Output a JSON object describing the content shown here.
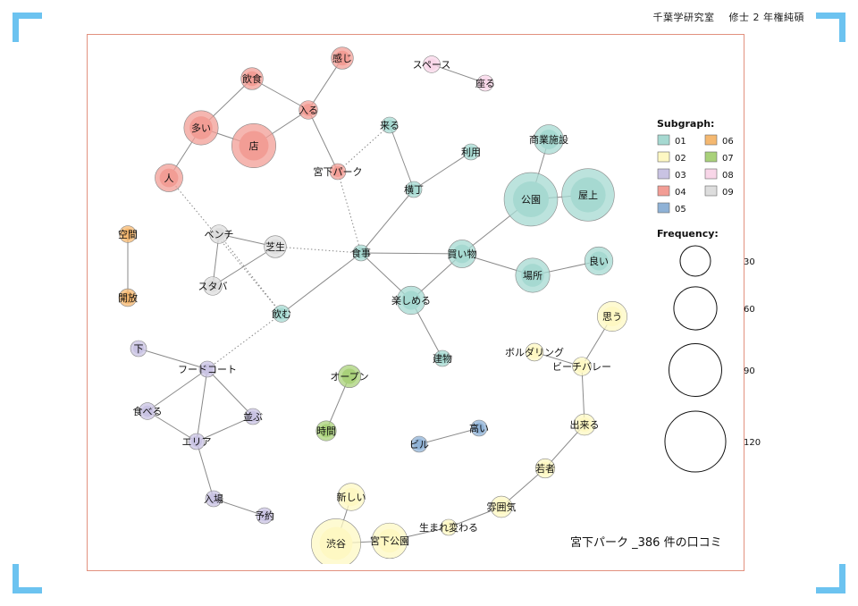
{
  "header": {
    "lab": "千葉学研究室",
    "student": "修士 2 年権純碩"
  },
  "caption": "宮下パーク _386 件の口コミ",
  "legend": {
    "subgraph_title": "Subgraph:",
    "subgraphs": [
      {
        "id": "01",
        "color": "#a6d9d1"
      },
      {
        "id": "02",
        "color": "#fef8c3"
      },
      {
        "id": "03",
        "color": "#c9c3e3"
      },
      {
        "id": "04",
        "color": "#f29d95"
      },
      {
        "id": "05",
        "color": "#8fb2d6"
      },
      {
        "id": "06",
        "color": "#f5b870"
      },
      {
        "id": "07",
        "color": "#a9d17a"
      },
      {
        "id": "08",
        "color": "#f8d6e8"
      },
      {
        "id": "09",
        "color": "#dddddd"
      }
    ],
    "frequency_title": "Frequency:",
    "frequencies": [
      30,
      60,
      90,
      120
    ]
  },
  "chart_data": {
    "type": "network",
    "nodes": [
      {
        "id": "感じ",
        "group": "04",
        "freq": 17
      },
      {
        "id": "飲食",
        "group": "04",
        "freq": 17
      },
      {
        "id": "入る",
        "group": "04",
        "freq": 12
      },
      {
        "id": "多い",
        "group": "04",
        "freq": 41
      },
      {
        "id": "店",
        "group": "04",
        "freq": 68
      },
      {
        "id": "人",
        "group": "04",
        "freq": 27
      },
      {
        "id": "宮下パーク",
        "group": "04",
        "freq": 6
      },
      {
        "id": "スペース",
        "group": "08",
        "freq": 10
      },
      {
        "id": "座る",
        "group": "08",
        "freq": 7
      },
      {
        "id": "来る",
        "group": "01",
        "freq": 7
      },
      {
        "id": "利用",
        "group": "01",
        "freq": 7
      },
      {
        "id": "商業施設",
        "group": "01",
        "freq": 30
      },
      {
        "id": "横丁",
        "group": "01",
        "freq": 7
      },
      {
        "id": "公園",
        "group": "01",
        "freq": 100
      },
      {
        "id": "屋上",
        "group": "01",
        "freq": 96
      },
      {
        "id": "買い物",
        "group": "01",
        "freq": 27
      },
      {
        "id": "食事",
        "group": "01",
        "freq": 8
      },
      {
        "id": "場所",
        "group": "01",
        "freq": 41
      },
      {
        "id": "良い",
        "group": "01",
        "freq": 28
      },
      {
        "id": "楽しめる",
        "group": "01",
        "freq": 28
      },
      {
        "id": "飲む",
        "group": "01",
        "freq": 10
      },
      {
        "id": "建物",
        "group": "01",
        "freq": 6
      },
      {
        "id": "空間",
        "group": "06",
        "freq": 10
      },
      {
        "id": "開放",
        "group": "06",
        "freq": 11
      },
      {
        "id": "ベンチ",
        "group": "09",
        "freq": 12
      },
      {
        "id": "芝生",
        "group": "09",
        "freq": 17
      },
      {
        "id": "スタバ",
        "group": "09",
        "freq": 12
      },
      {
        "id": "思う",
        "group": "02",
        "freq": 31
      },
      {
        "id": "ボルダリング",
        "group": "02",
        "freq": 11
      },
      {
        "id": "ビーチバレー",
        "group": "02",
        "freq": 12
      },
      {
        "id": "出来る",
        "group": "02",
        "freq": 16
      },
      {
        "id": "若者",
        "group": "02",
        "freq": 13
      },
      {
        "id": "雰囲気",
        "group": "02",
        "freq": 16
      },
      {
        "id": "生まれ変わる",
        "group": "02",
        "freq": 6
      },
      {
        "id": "新しい",
        "group": "02",
        "freq": 26
      },
      {
        "id": "渋谷",
        "group": "02",
        "freq": 85
      },
      {
        "id": "宮下公園",
        "group": "02",
        "freq": 44
      },
      {
        "id": "下",
        "group": "03",
        "freq": 6
      },
      {
        "id": "フードコート",
        "group": "03",
        "freq": 8
      },
      {
        "id": "食べる",
        "group": "03",
        "freq": 10
      },
      {
        "id": "並ぶ",
        "group": "03",
        "freq": 7
      },
      {
        "id": "エリア",
        "group": "03",
        "freq": 8
      },
      {
        "id": "入場",
        "group": "03",
        "freq": 8
      },
      {
        "id": "予約",
        "group": "03",
        "freq": 6
      },
      {
        "id": "オープン",
        "group": "07",
        "freq": 18
      },
      {
        "id": "時間",
        "group": "07",
        "freq": 14
      },
      {
        "id": "ビル",
        "group": "05",
        "freq": 8
      },
      {
        "id": "高い",
        "group": "05",
        "freq": 8
      }
    ],
    "edges": [
      {
        "source": "感じ",
        "target": "入る",
        "style": "solid"
      },
      {
        "source": "飲食",
        "target": "入る",
        "style": "solid"
      },
      {
        "source": "飲食",
        "target": "多い",
        "style": "solid"
      },
      {
        "source": "多い",
        "target": "店",
        "style": "solid"
      },
      {
        "source": "多い",
        "target": "人",
        "style": "solid"
      },
      {
        "source": "店",
        "target": "入る",
        "style": "solid"
      },
      {
        "source": "入る",
        "target": "宮下パーク",
        "style": "solid"
      },
      {
        "source": "スペース",
        "target": "座る",
        "style": "solid"
      },
      {
        "source": "来る",
        "target": "横丁",
        "style": "solid"
      },
      {
        "source": "利用",
        "target": "横丁",
        "style": "solid"
      },
      {
        "source": "横丁",
        "target": "食事",
        "style": "solid"
      },
      {
        "source": "商業施設",
        "target": "公園",
        "style": "solid"
      },
      {
        "source": "公園",
        "target": "屋上",
        "style": "solid"
      },
      {
        "source": "公園",
        "target": "買い物",
        "style": "solid"
      },
      {
        "source": "買い物",
        "target": "食事",
        "style": "solid"
      },
      {
        "source": "買い物",
        "target": "場所",
        "style": "solid"
      },
      {
        "source": "買い物",
        "target": "楽しめる",
        "style": "solid"
      },
      {
        "source": "場所",
        "target": "良い",
        "style": "solid"
      },
      {
        "source": "食事",
        "target": "楽しめる",
        "style": "solid"
      },
      {
        "source": "食事",
        "target": "飲む",
        "style": "solid"
      },
      {
        "source": "楽しめる",
        "target": "建物",
        "style": "solid"
      },
      {
        "source": "空間",
        "target": "開放",
        "style": "solid"
      },
      {
        "source": "ベンチ",
        "target": "芝生",
        "style": "solid"
      },
      {
        "source": "ベンチ",
        "target": "スタバ",
        "style": "solid"
      },
      {
        "source": "芝生",
        "target": "スタバ",
        "style": "solid"
      },
      {
        "source": "思う",
        "target": "ビーチバレー",
        "style": "solid"
      },
      {
        "source": "ボルダリング",
        "target": "ビーチバレー",
        "style": "solid"
      },
      {
        "source": "ビーチバレー",
        "target": "出来る",
        "style": "solid"
      },
      {
        "source": "出来る",
        "target": "若者",
        "style": "solid"
      },
      {
        "source": "若者",
        "target": "雰囲気",
        "style": "solid"
      },
      {
        "source": "雰囲気",
        "target": "生まれ変わる",
        "style": "solid"
      },
      {
        "source": "生まれ変わる",
        "target": "宮下公園",
        "style": "solid"
      },
      {
        "source": "新しい",
        "target": "渋谷",
        "style": "solid"
      },
      {
        "source": "渋谷",
        "target": "宮下公園",
        "style": "solid"
      },
      {
        "source": "下",
        "target": "フードコート",
        "style": "solid"
      },
      {
        "source": "フードコート",
        "target": "食べる",
        "style": "solid"
      },
      {
        "source": "フードコート",
        "target": "並ぶ",
        "style": "solid"
      },
      {
        "source": "フードコート",
        "target": "エリア",
        "style": "solid"
      },
      {
        "source": "食べる",
        "target": "エリア",
        "style": "solid"
      },
      {
        "source": "並ぶ",
        "target": "エリア",
        "style": "solid"
      },
      {
        "source": "エリア",
        "target": "入場",
        "style": "solid"
      },
      {
        "source": "入場",
        "target": "予約",
        "style": "solid"
      },
      {
        "source": "オープン",
        "target": "時間",
        "style": "solid"
      },
      {
        "source": "ビル",
        "target": "高い",
        "style": "solid"
      },
      {
        "source": "宮下パーク",
        "target": "来る",
        "style": "dotted"
      },
      {
        "source": "宮下パーク",
        "target": "食事",
        "style": "dotted"
      },
      {
        "source": "人",
        "target": "飲む",
        "style": "dotted"
      },
      {
        "source": "芝生",
        "target": "食事",
        "style": "dotted"
      },
      {
        "source": "ベンチ",
        "target": "飲む",
        "style": "dotted"
      },
      {
        "source": "飲む",
        "target": "フードコート",
        "style": "dotted"
      }
    ]
  }
}
